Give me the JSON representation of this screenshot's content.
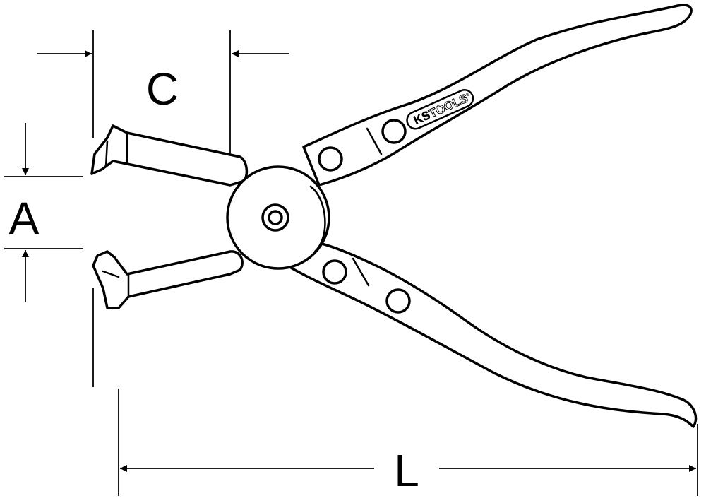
{
  "dimensions": {
    "jaw_opening_label": "A",
    "jaw_length_label": "C",
    "overall_length_label": "L"
  },
  "brand": {
    "logo_text": "KSTOOLS",
    "logo_prefix": "KS",
    "logo_suffix": "TOOLS",
    "registered_mark": "®"
  },
  "colors": {
    "line": "#000000",
    "background": "#ffffff"
  }
}
